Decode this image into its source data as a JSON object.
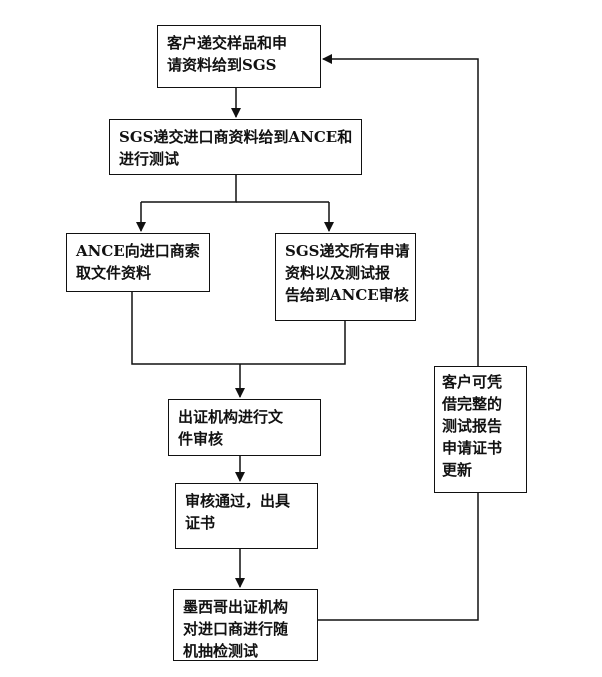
{
  "flowchart": {
    "steps": [
      {
        "id": "step1",
        "lines": [
          "客户递交样品和申",
          "请资料给到SGS"
        ]
      },
      {
        "id": "step2",
        "lines": [
          "SGS递交进口商资料给到ANCE和",
          "进行测试"
        ]
      },
      {
        "id": "step3a",
        "lines": [
          "ANCE向进口商索",
          "取文件资料"
        ]
      },
      {
        "id": "step3b",
        "lines": [
          "SGS递交所有申请",
          "资料以及测试报",
          "告给到ANCE审核"
        ]
      },
      {
        "id": "step4",
        "lines": [
          "出证机构进行文",
          "件审核"
        ]
      },
      {
        "id": "step5",
        "lines": [
          "审核通过，出具",
          "证书"
        ]
      },
      {
        "id": "step6",
        "lines": [
          "墨西哥出证机构",
          "对进口商进行随",
          "机抽检测试"
        ]
      },
      {
        "id": "renewal",
        "lines": [
          "客户可凭",
          "借完整的",
          "测试报告",
          "申请证书",
          "更新"
        ]
      }
    ]
  }
}
